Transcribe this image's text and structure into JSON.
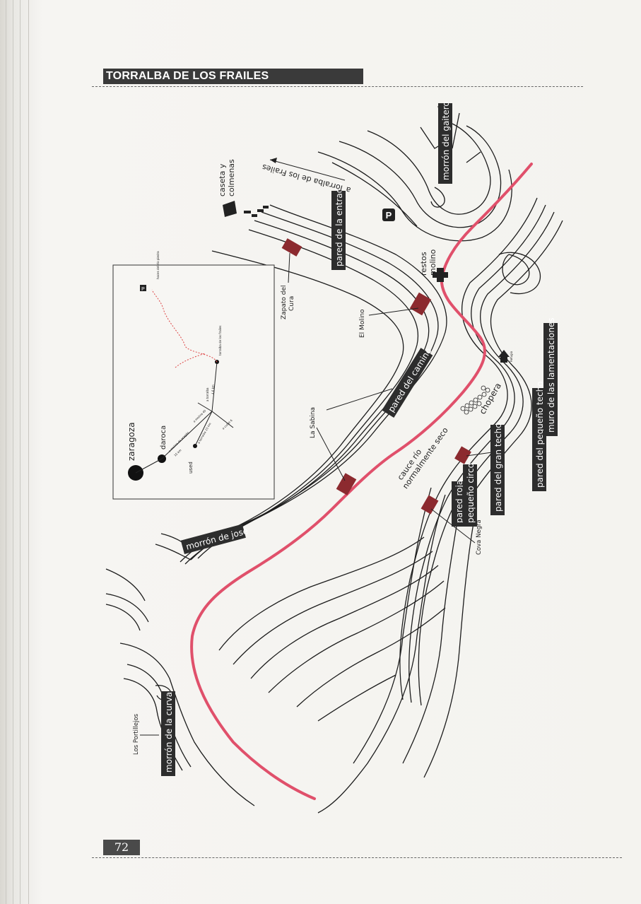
{
  "header": {
    "title": "TORRALBA DE LOS FRAILES"
  },
  "page_number": "72",
  "colors": {
    "river": "#e0506b",
    "label_box": "#2d2d2d",
    "crag": "#8c2a2f",
    "text": "#222222"
  },
  "map": {
    "direction_label": "a Torralba de los Frailes",
    "parking_symbol": "P",
    "labels_boxed": {
      "morron_gaitero": "morrón del gaitero",
      "pared_entrada": "pared de la entrada",
      "pared_camino": "pared del camino",
      "morron_jose": "morrón de josé",
      "morron_curva": "morrón de la curva",
      "pared_roja": "pared roja",
      "pequeno_circo": "pequeño circo",
      "pared_gran_techo": "pared del gran techo",
      "pared_pequeno_techo": "pared del pequeño techo",
      "muro_lamentaciones": "muro de las lamentaciones"
    },
    "labels_plain": {
      "caseta1": "caseta y",
      "caseta2": "colmenas",
      "zapato1": "Zapato del",
      "zapato2": "Cura",
      "el_molino": "El Molino",
      "restos1": "restos",
      "restos2": "molino",
      "la_sabina": "La Sabina",
      "chopera": "chopera",
      "cauce1": "cauce río",
      "cauce2": "normalmente seco",
      "cova_negra": "Cova Negra",
      "portillejos": "Los Portillejos",
      "refugio": "Refugio"
    }
  },
  "inset": {
    "cities": {
      "zaragoza": "zaragoza",
      "daroca": "daroca",
      "used": "used"
    },
    "roads": {
      "a_molina": "a molina de aragón",
      "km_dist": "15 km",
      "a_torralba": "a torralba",
      "a_torralba_km": "4,6 km",
      "torralba_frailes": "torralba de los frailes",
      "hoces": "hoces del río piedra",
      "a_molina40": "a molina 40",
      "a_cubel": "a cubel 6",
      "a_torralba15": "a torralba 15 km"
    },
    "parking": "P"
  }
}
